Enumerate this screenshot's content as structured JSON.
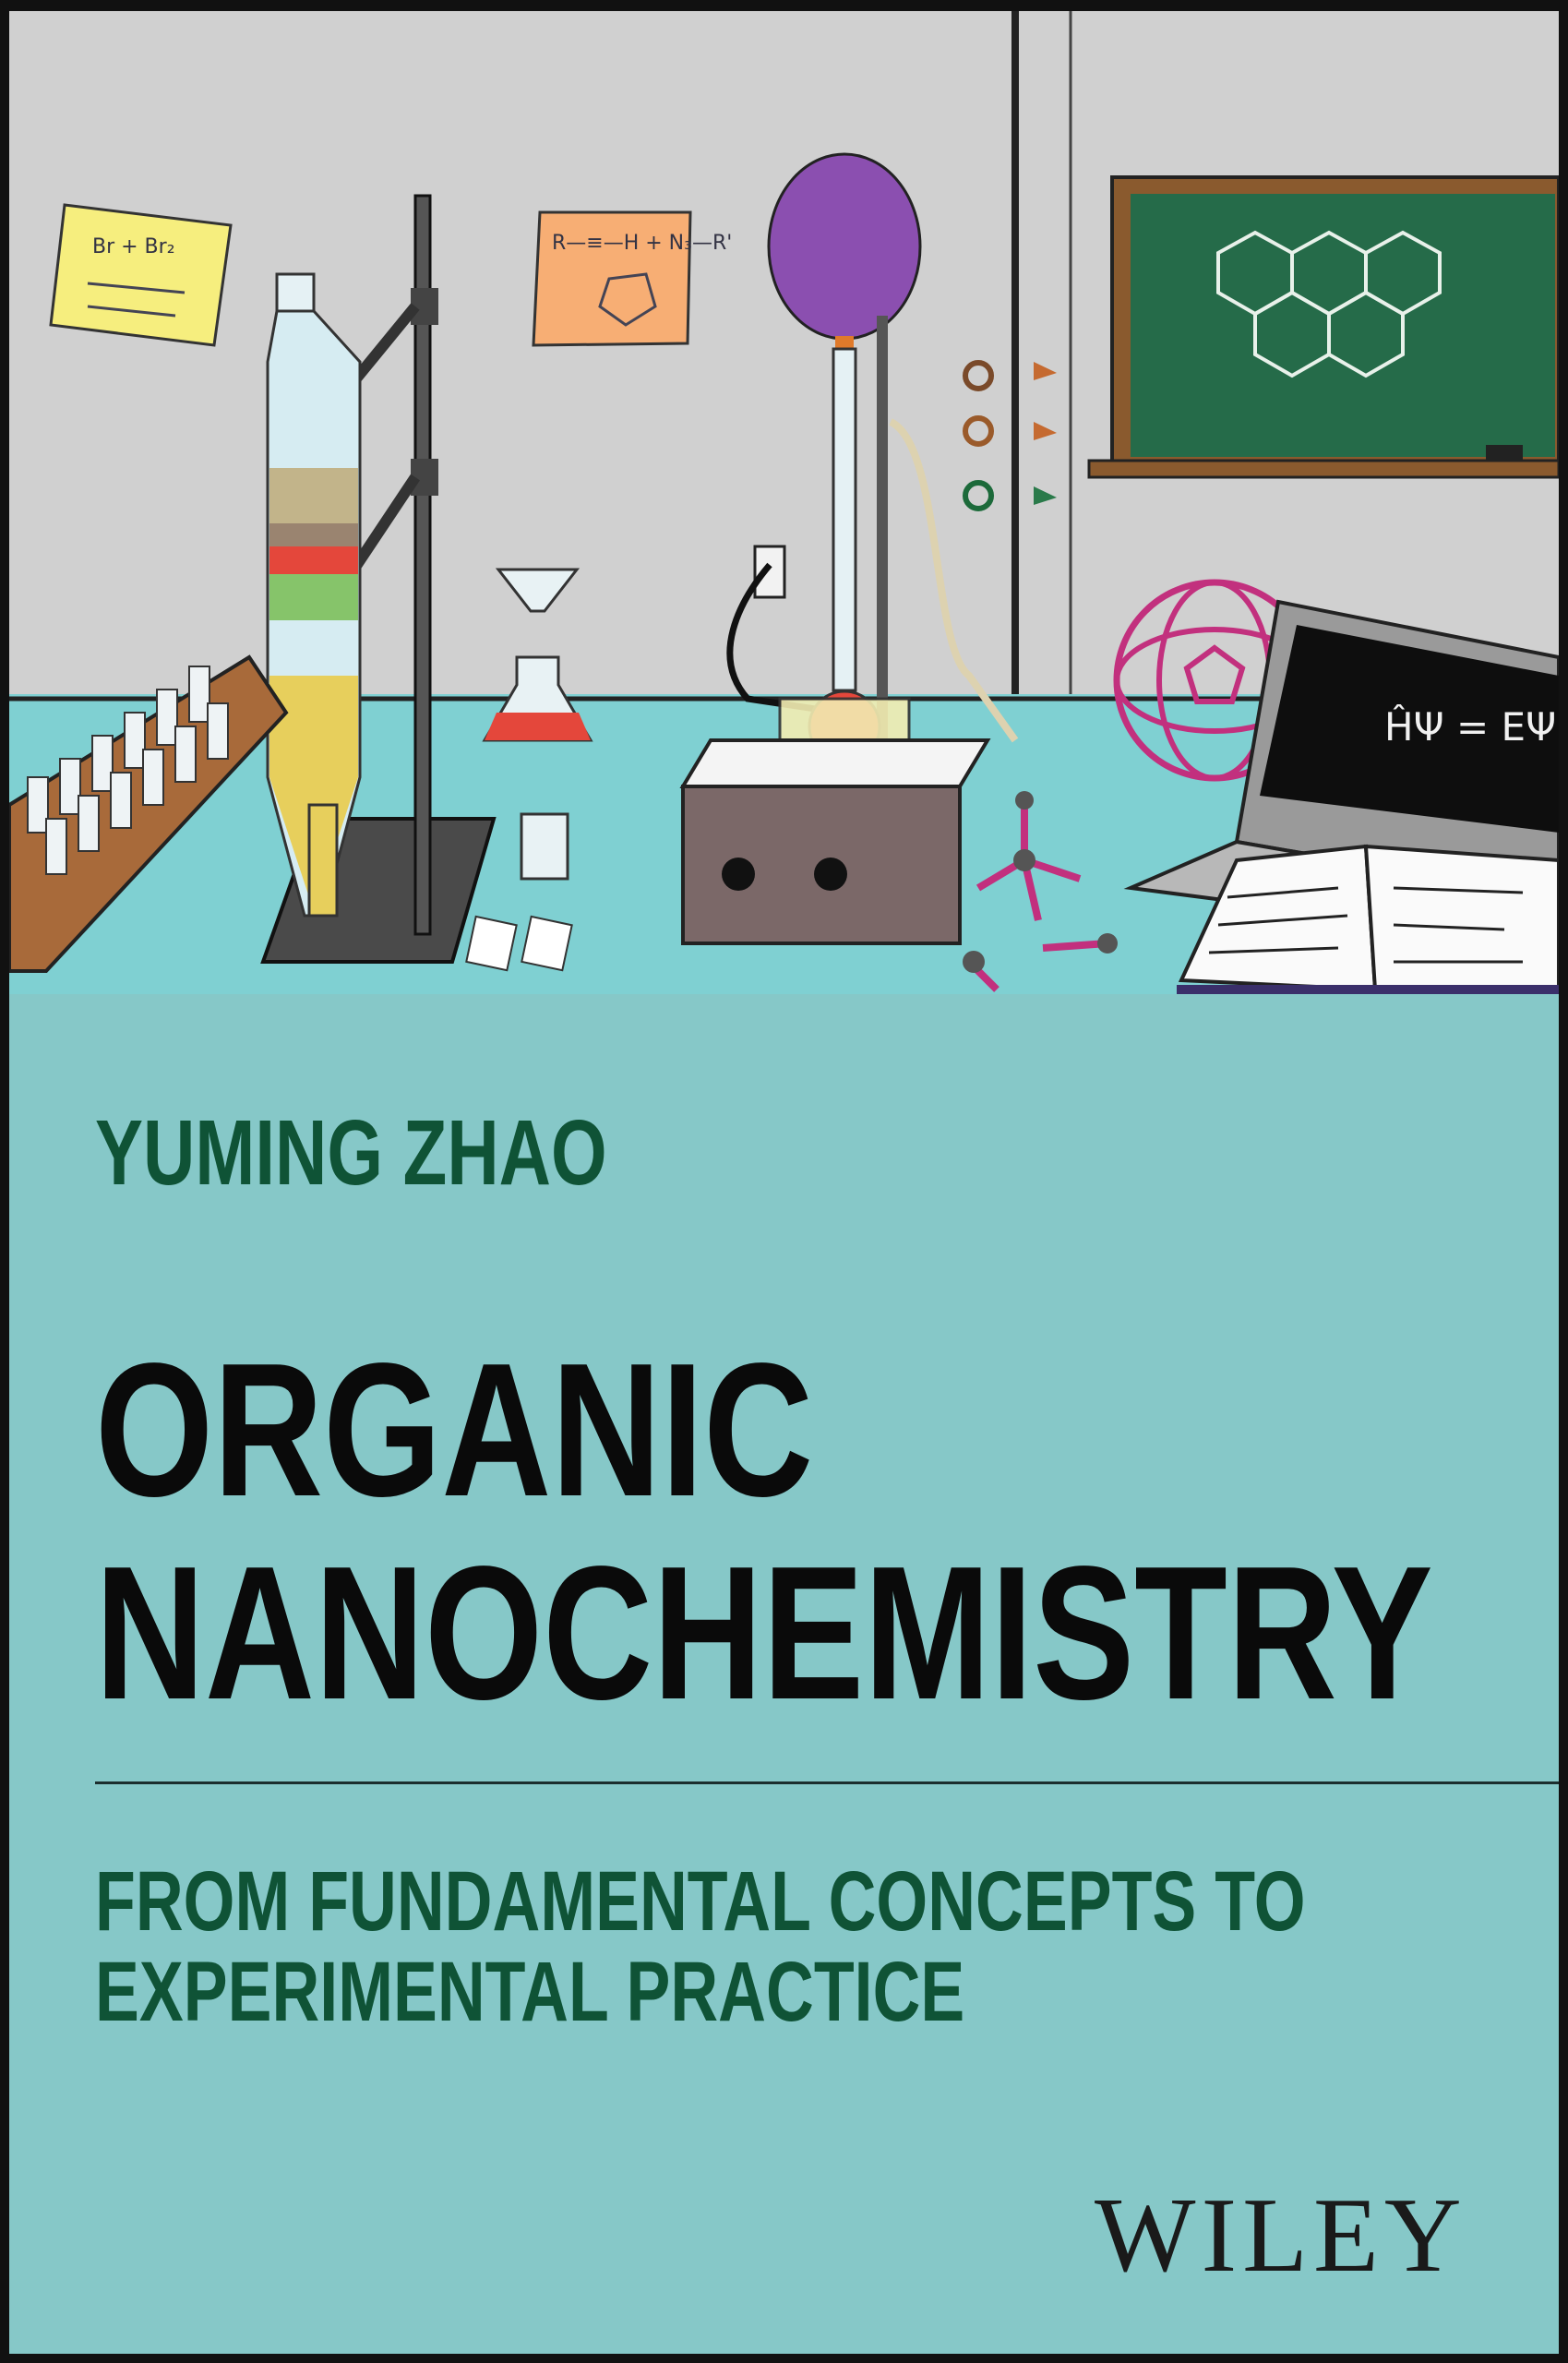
{
  "cover": {
    "author": "YUMING ZHAO",
    "title_lines": [
      "ORGANIC",
      "NANOCHEMISTRY"
    ],
    "subtitle_lines": [
      "FROM FUNDAMENTAL CONCEPTS TO",
      "EXPERIMENTAL PRACTICE"
    ],
    "publisher": "WILEY"
  },
  "illustration": {
    "laptop_equation": "ĤΨ = EΨ",
    "orange_note": "R—≡—H + N₃—R'",
    "yellow_note": "Br + Br₂"
  },
  "colors": {
    "background": "#86c8c8",
    "author_subtitle": "#0f5336",
    "title": "#0a0a0a",
    "wall": "#c9c9c9",
    "bench": "#7fd0d2",
    "chalkboard": "#256b49",
    "balloon": "#8b4fb0",
    "buckyball": "#c2307e"
  }
}
